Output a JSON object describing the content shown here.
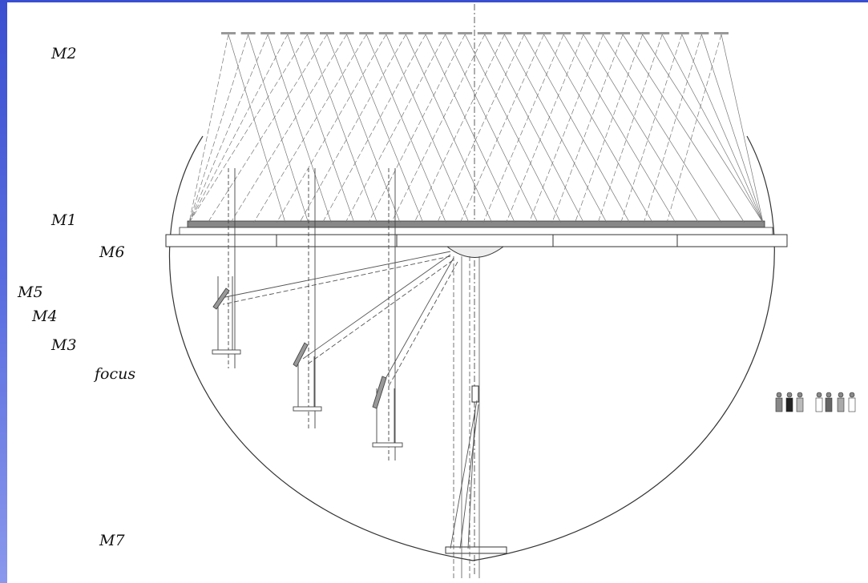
{
  "labels": {
    "m2": "M2",
    "m1": "M1",
    "m6": "M6",
    "m5": "M5",
    "m4": "M4",
    "m3": "M3",
    "focus": "focus",
    "m7": "M7"
  },
  "icons": {
    "people": "human-figures-scale-icon"
  },
  "colors": {
    "frame": "#3a4fd0",
    "ink": "#333333"
  }
}
